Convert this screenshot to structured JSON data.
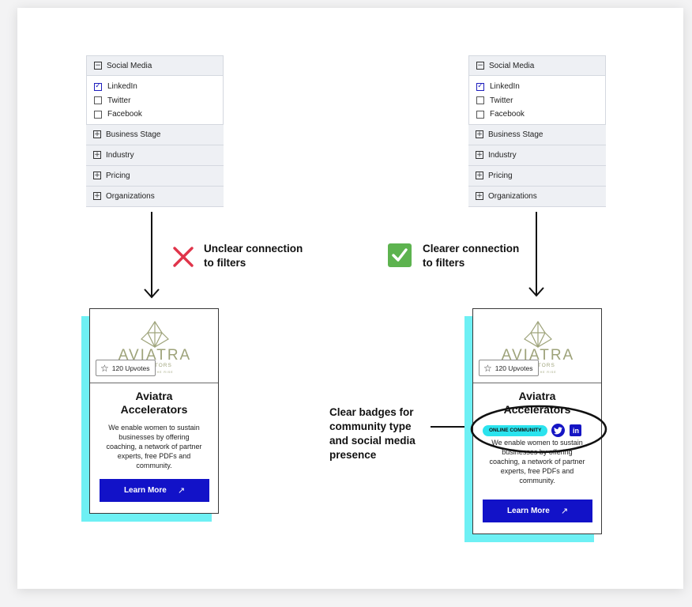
{
  "filters": {
    "social_media": "Social Media",
    "options": [
      "LinkedIn",
      "Twitter",
      "Facebook"
    ],
    "checked": [
      true,
      false,
      false
    ],
    "sections": [
      "Business Stage",
      "Industry",
      "Pricing",
      "Organizations"
    ]
  },
  "annotations": {
    "left_note_1": "Unclear connection",
    "left_note_2": "to filters",
    "right_note_1": "Clearer connection",
    "right_note_2": "to filters",
    "badge_note_1": "Clear badges for",
    "badge_note_2": "community type",
    "badge_note_3": "and social media",
    "badge_note_4": "presence"
  },
  "card": {
    "logo_word": "AVIATRA",
    "logo_sub": "ERATORS",
    "logo_tag": "N THE RISE",
    "upvotes": "120 Upvotes",
    "title_1": "Aviatra",
    "title_2": "Accelerators",
    "desc_1": "We enable women to sustain",
    "desc_2": "businesses by offering",
    "desc_3": "coaching, a network of partner",
    "desc_4": "experts, free PDFs and",
    "desc_5": "community.",
    "button": "Learn More",
    "badge_online": "ONLINE COMMUNITY",
    "linkedin_glyph": "in"
  },
  "colors": {
    "accent_blue": "#1212c8",
    "cyan": "#6ef0f4",
    "badge_cyan": "#2be3ee",
    "check_green": "#5db34f",
    "x_red": "#e0344a",
    "logo_olive": "#9ea37a"
  }
}
